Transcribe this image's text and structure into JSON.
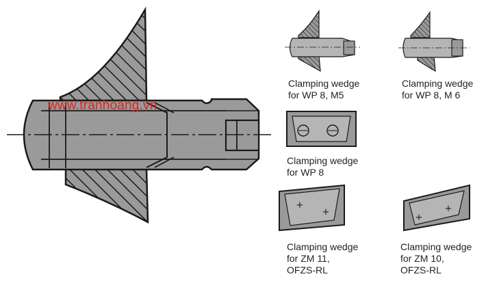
{
  "watermark": "www.tranhoang.vn",
  "captions": {
    "wedge_m5": "Clamping wedge\nfor WP 8, M5",
    "wedge_m6": "Clamping wedge\nfor WP 8, M 6",
    "wedge_wp8": "Clamping wedge\nfor WP 8",
    "wedge_zm11": "Clamping wedge\nfor ZM 11,\nOFZS-RL",
    "wedge_zm10": "Clamping wedge\nfor ZM 10,\nOFZS-RL"
  },
  "colors": {
    "fill": "#9a9a9a",
    "light": "#b5b5b5",
    "stroke": "#1a1a1a",
    "watermark": "#e0231b"
  },
  "icons": [
    "hatch-pattern",
    "centerline",
    "screw-head"
  ]
}
